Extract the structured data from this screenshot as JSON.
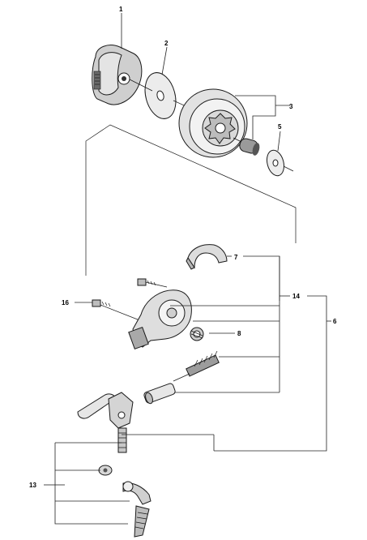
{
  "callouts": [
    "1",
    "2",
    "3",
    "5",
    "7",
    "14",
    "6",
    "16",
    "8",
    "13"
  ]
}
